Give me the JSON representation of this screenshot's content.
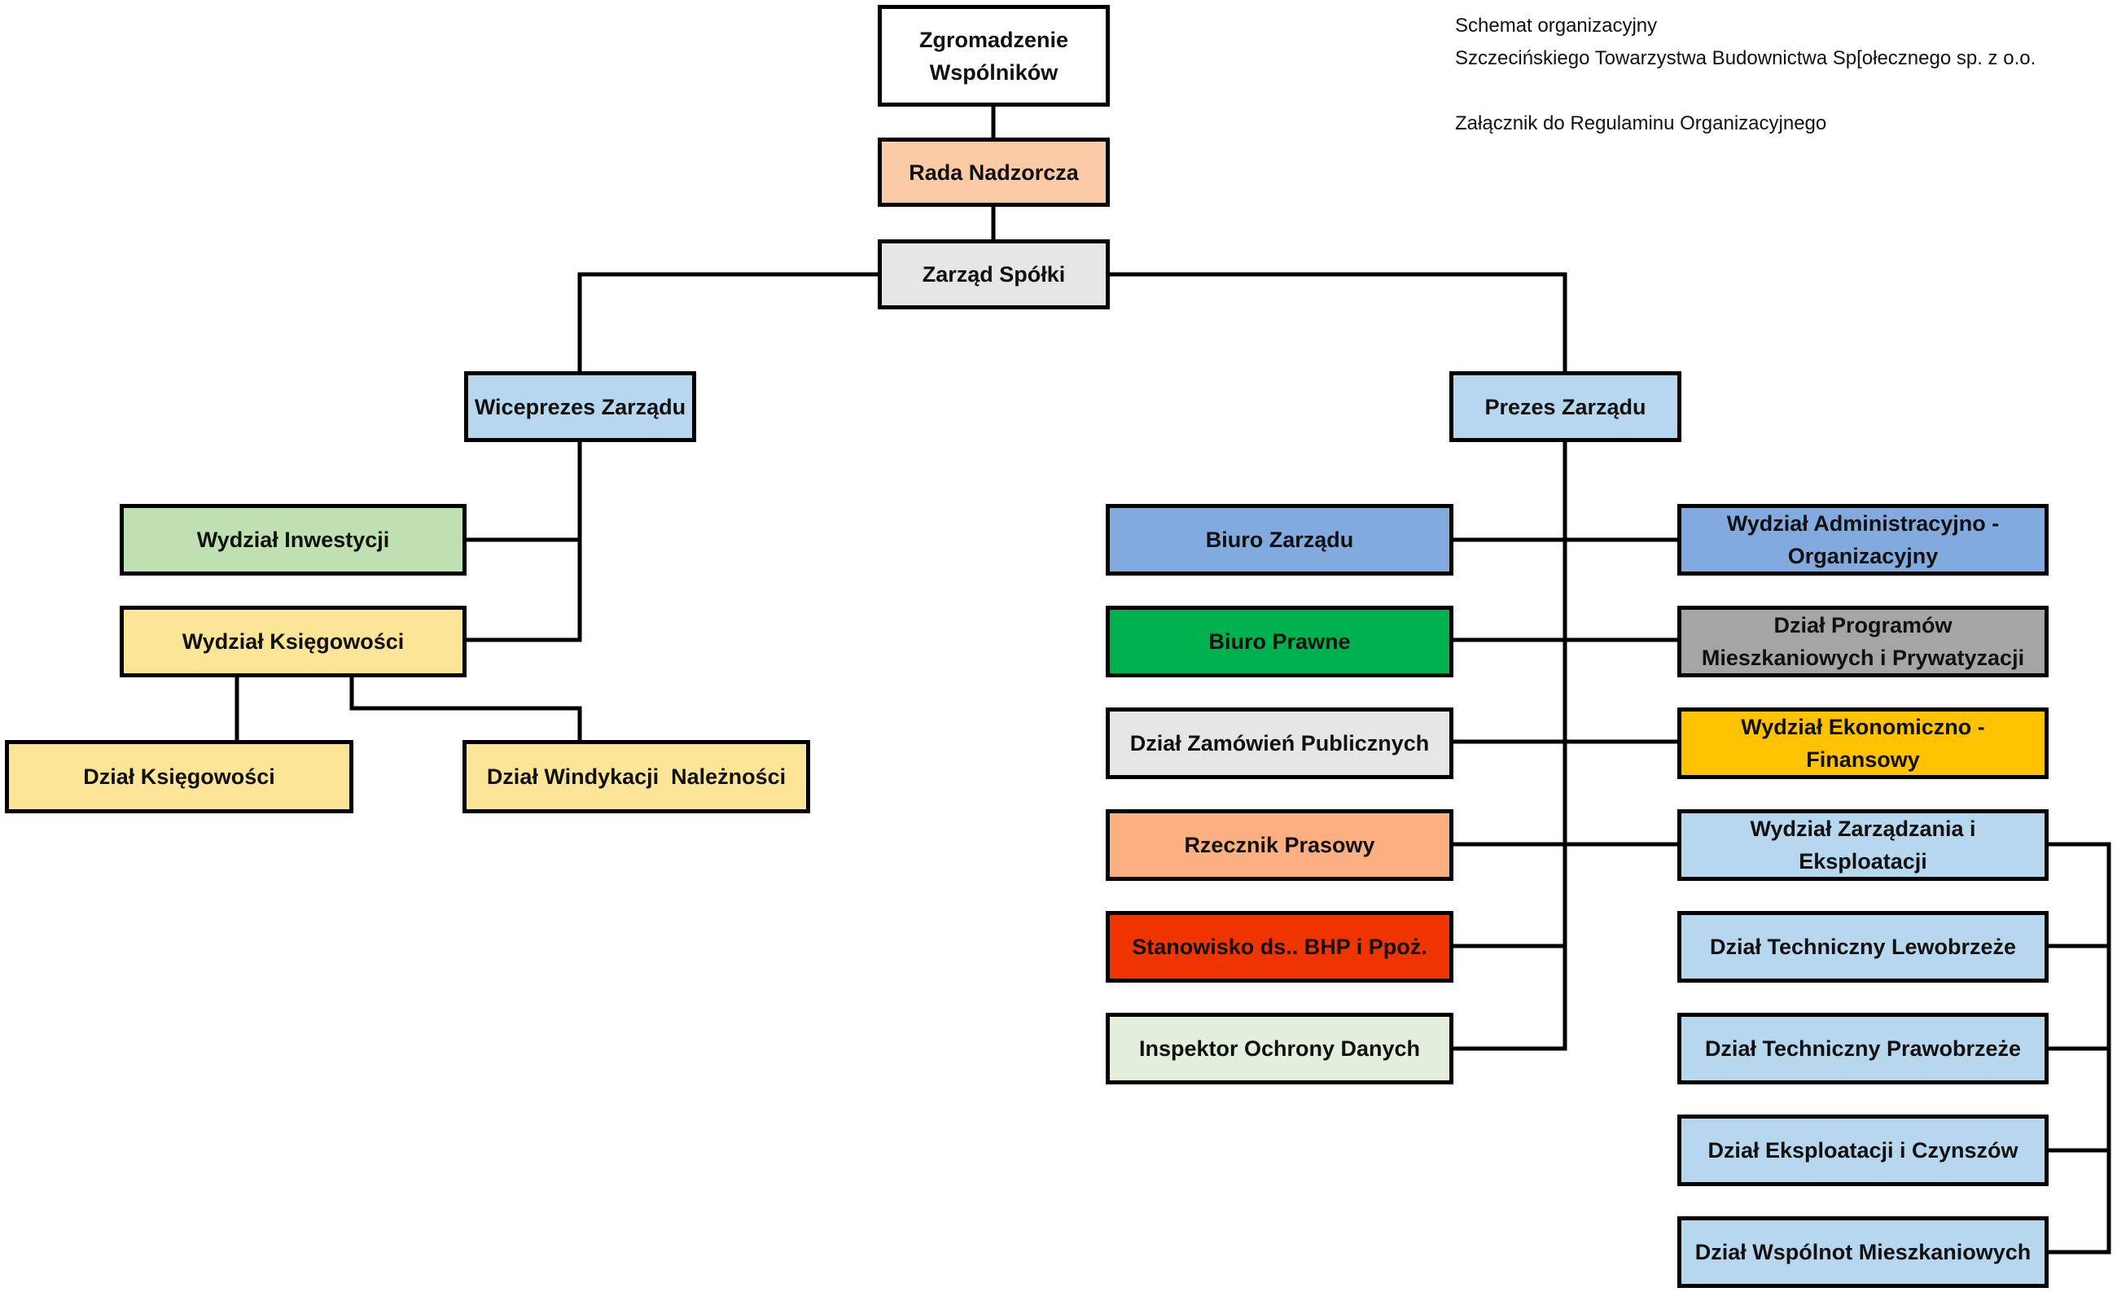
{
  "note": {
    "line1": "Schemat organizacyjny",
    "line2": "Szczecińskiego Towarzystwa Budownictwa Sp[ołecznego sp. z o.o.",
    "line3": "Załącznik do Regulaminu Organizacyjnego"
  },
  "nodes": {
    "zgromadzenie": {
      "label": "Zgromadzenie Wspólników",
      "color": "#ffffff"
    },
    "rada": {
      "label": "Rada Nadzorcza",
      "color": "#fbcaa6"
    },
    "zarzad": {
      "label": "Zarząd Spółki",
      "color": "#e6e6e6"
    },
    "wiceprezes": {
      "label": "Wiceprezes Zarządu",
      "color": "#b7d7ee"
    },
    "prezes": {
      "label": "Prezes Zarządu",
      "color": "#b7d7ee"
    },
    "inwestycji": {
      "label": "Wydział Inwestycji",
      "color": "#bfe1b2"
    },
    "ksiegowosci_wydzial": {
      "label": "Wydział Księgowości",
      "color": "#fde597"
    },
    "ksiegowosci_dzial": {
      "label": "Dział Księgowości",
      "color": "#fde597"
    },
    "windykacji": {
      "label": "Dział Windykacji  Należności",
      "color": "#fde597"
    },
    "biuro_zarzadu": {
      "label": "Biuro Zarządu",
      "color": "#82aade"
    },
    "biuro_prawne": {
      "label": "Biuro Prawne",
      "color": "#00b14f"
    },
    "zamowien": {
      "label": "Dział Zamówień Publicznych",
      "color": "#e6e6e6"
    },
    "rzecznik": {
      "label": "Rzecznik Prasowy",
      "color": "#fcaf80"
    },
    "bhp": {
      "label": "Stanowisko ds.. BHP i Ppoż.",
      "color": "#ee3500"
    },
    "iod": {
      "label": "Inspektor Ochrony Danych",
      "color": "#e2efda"
    },
    "administracyjno": {
      "label": "Wydział Administracyjno - Organizacyjny",
      "color": "#82aade"
    },
    "programow": {
      "label": "Dział Programów Mieszkaniowych i Prywatyzacji",
      "color": "#a5a5a5"
    },
    "ekonomiczno": {
      "label": "Wydział Ekonomiczno - Finansowy",
      "color": "#fec200"
    },
    "zarzadzania": {
      "label": "Wydział Zarządzania i Eksploatacji",
      "color": "#b7d7ee"
    },
    "lewobrzeze": {
      "label": "Dział Techniczny Lewobrzeże",
      "color": "#b7d7ee"
    },
    "prawobrzeze": {
      "label": "Dział Techniczny Prawobrzeże",
      "color": "#b7d7ee"
    },
    "czynszow": {
      "label": "Dział Eksploatacji i Czynszów",
      "color": "#b7d7ee"
    },
    "wspolnot": {
      "label": "Dział Wspólnot Mieszkaniowych",
      "color": "#b7d7ee"
    }
  }
}
